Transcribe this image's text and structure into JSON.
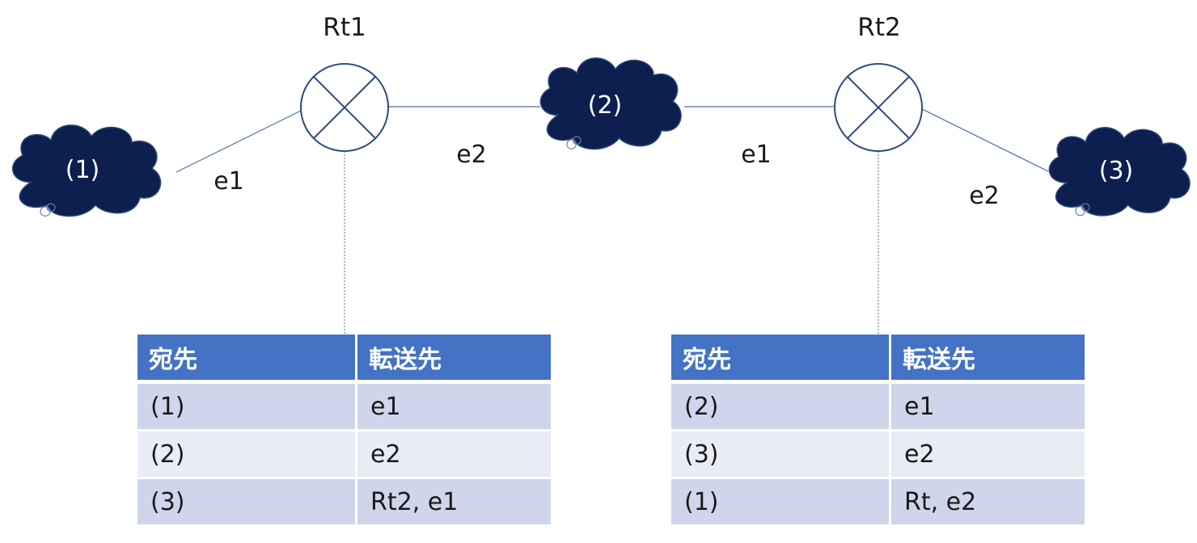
{
  "routers": [
    {
      "name": "Rt1"
    },
    {
      "name": "Rt2"
    }
  ],
  "networks": [
    {
      "label": "(1)"
    },
    {
      "label": "(2)"
    },
    {
      "label": "(3)"
    }
  ],
  "links": {
    "rt1_net1": "e1",
    "rt1_net2": "e2",
    "rt2_net2": "e1",
    "rt2_net3": "e2"
  },
  "tables": {
    "rt1": {
      "headers": [
        "宛先",
        "転送先"
      ],
      "rows": [
        [
          "(1)",
          "e1"
        ],
        [
          "(2)",
          "e2"
        ],
        [
          "(3)",
          "Rt2, e1"
        ]
      ]
    },
    "rt2": {
      "headers": [
        "宛先",
        "転送先"
      ],
      "rows": [
        [
          "(2)",
          "e1"
        ],
        [
          "(3)",
          "e2"
        ],
        [
          "(1)",
          "Rt, e2"
        ]
      ]
    }
  },
  "colors": {
    "cloud": "#0d1f4f",
    "line": "#4a6fa5",
    "router": "#2f4b7c",
    "header": "#4472c4",
    "row_odd": "#cfd5ea",
    "row_even": "#e9ebf5"
  }
}
